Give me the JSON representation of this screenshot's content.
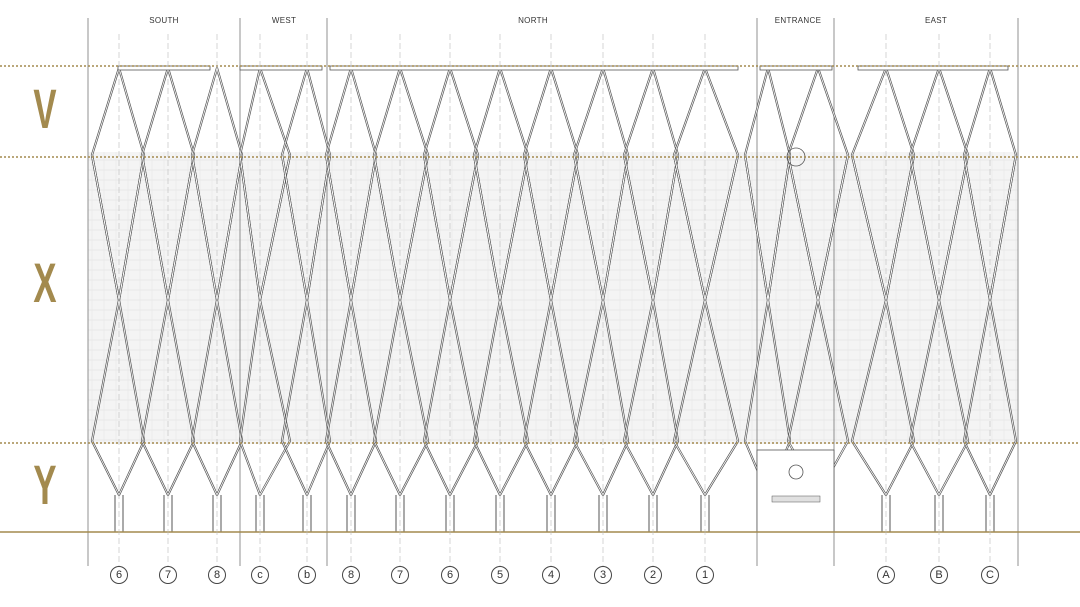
{
  "sections": [
    "SOUTH",
    "WEST",
    "NORTH",
    "ENTRANCE",
    "EAST"
  ],
  "zones": [
    "V",
    "X",
    "Y"
  ],
  "grid_labels": [
    "6",
    "7",
    "8",
    "c",
    "b",
    "8",
    "7",
    "6",
    "5",
    "4",
    "3",
    "2",
    "1",
    "A",
    "B",
    "C"
  ],
  "colors": {
    "accent": "#a38a4e",
    "line": "#555555",
    "mesh": "#dddddd"
  }
}
